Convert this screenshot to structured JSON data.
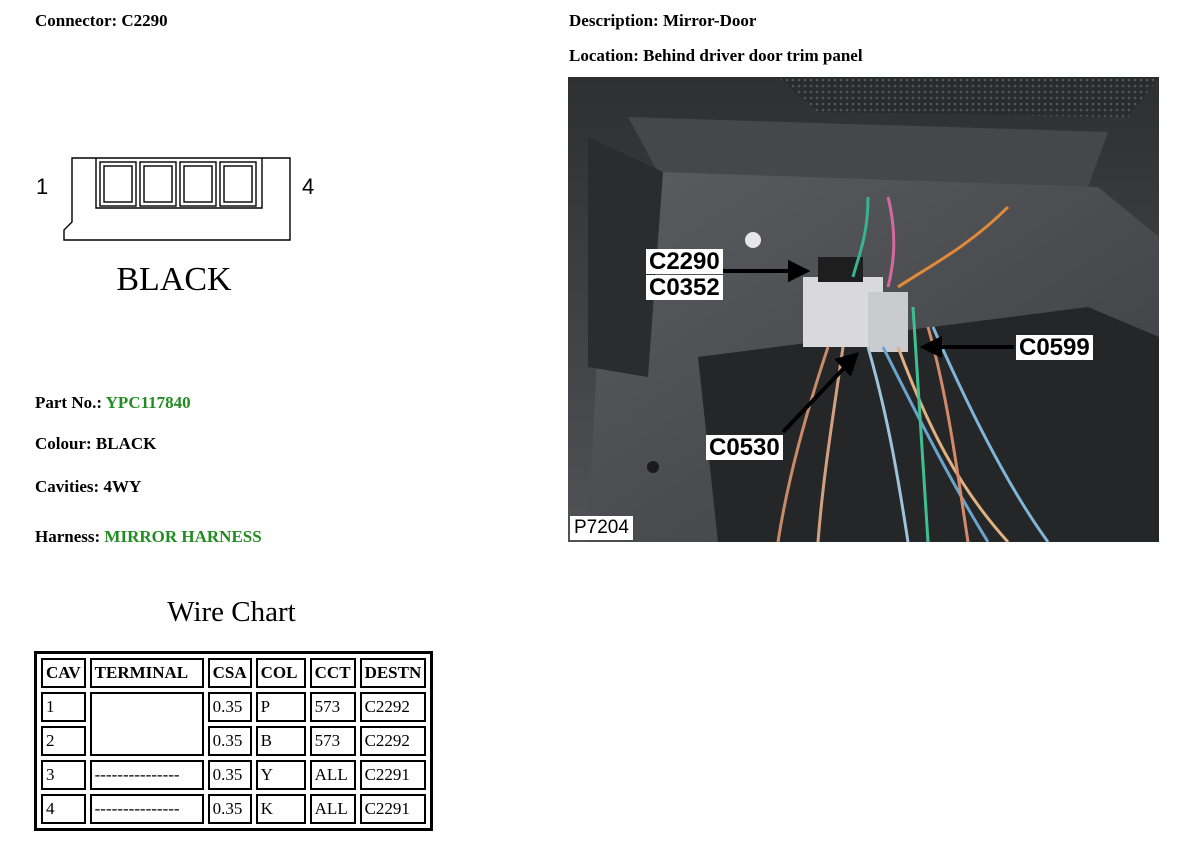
{
  "header": {
    "connector_label": "Connector:",
    "connector_value": "C2290",
    "description_label": "Description:",
    "description_value": "Mirror-Door",
    "location_label": "Location:",
    "location_value": "Behind driver door trim panel"
  },
  "diagram": {
    "pin_left": "1",
    "pin_right": "4",
    "colour_caption": "BLACK"
  },
  "details": {
    "part_label": "Part No.:",
    "part_value": "YPC117840",
    "colour_label": "Colour:",
    "colour_value": "BLACK",
    "cavities_label": "Cavities:",
    "cavities_value": "4WY",
    "harness_label": "Harness:",
    "harness_value": "MIRROR HARNESS",
    "highlight_color": "#228b22"
  },
  "photo": {
    "labels": [
      "C2290",
      "C0352",
      "C0599",
      "C0530"
    ],
    "photo_id": "P7204"
  },
  "wire_chart": {
    "title": "Wire Chart",
    "headers": [
      "CAV",
      "TERMINAL",
      "CSA",
      "COL",
      "CCT",
      "DESTN"
    ],
    "rows": [
      [
        "1",
        "",
        "0.35",
        "P",
        "573",
        "C2292"
      ],
      [
        "2",
        "",
        "0.35",
        "B",
        "573",
        "C2292"
      ],
      [
        "3",
        "---------------",
        "0.35",
        "Y",
        "ALL",
        "C2291"
      ],
      [
        "4",
        "---------------",
        "0.35",
        "K",
        "ALL",
        "C2291"
      ]
    ]
  }
}
